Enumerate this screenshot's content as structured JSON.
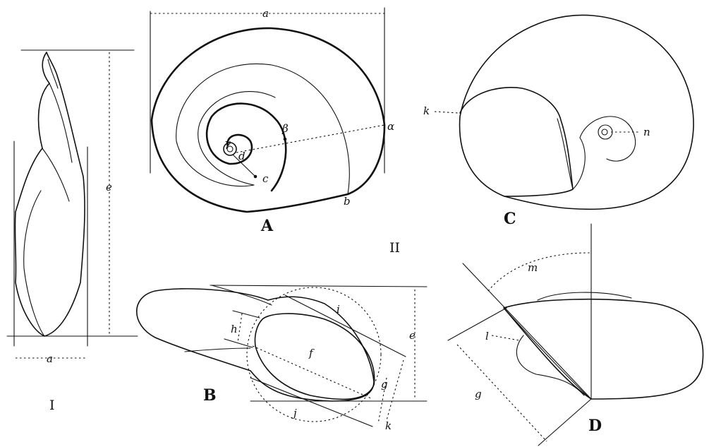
{
  "figures": {
    "I": {
      "label": "I",
      "a": "a",
      "e": "e"
    },
    "A": {
      "label": "A",
      "a": "a",
      "alpha": "α",
      "beta": "β",
      "gamma": "γ",
      "b": "b",
      "c": "c",
      "d": "d"
    },
    "C": {
      "label": "C",
      "k": "k",
      "n": "n"
    },
    "II": {
      "label": "II"
    },
    "B": {
      "label": "B",
      "e": "e",
      "f": "f",
      "g": "g",
      "h": "h",
      "i": "i",
      "j": "j",
      "k": "k"
    },
    "D": {
      "label": "D",
      "m": "m",
      "l": "l",
      "g": "g"
    }
  }
}
